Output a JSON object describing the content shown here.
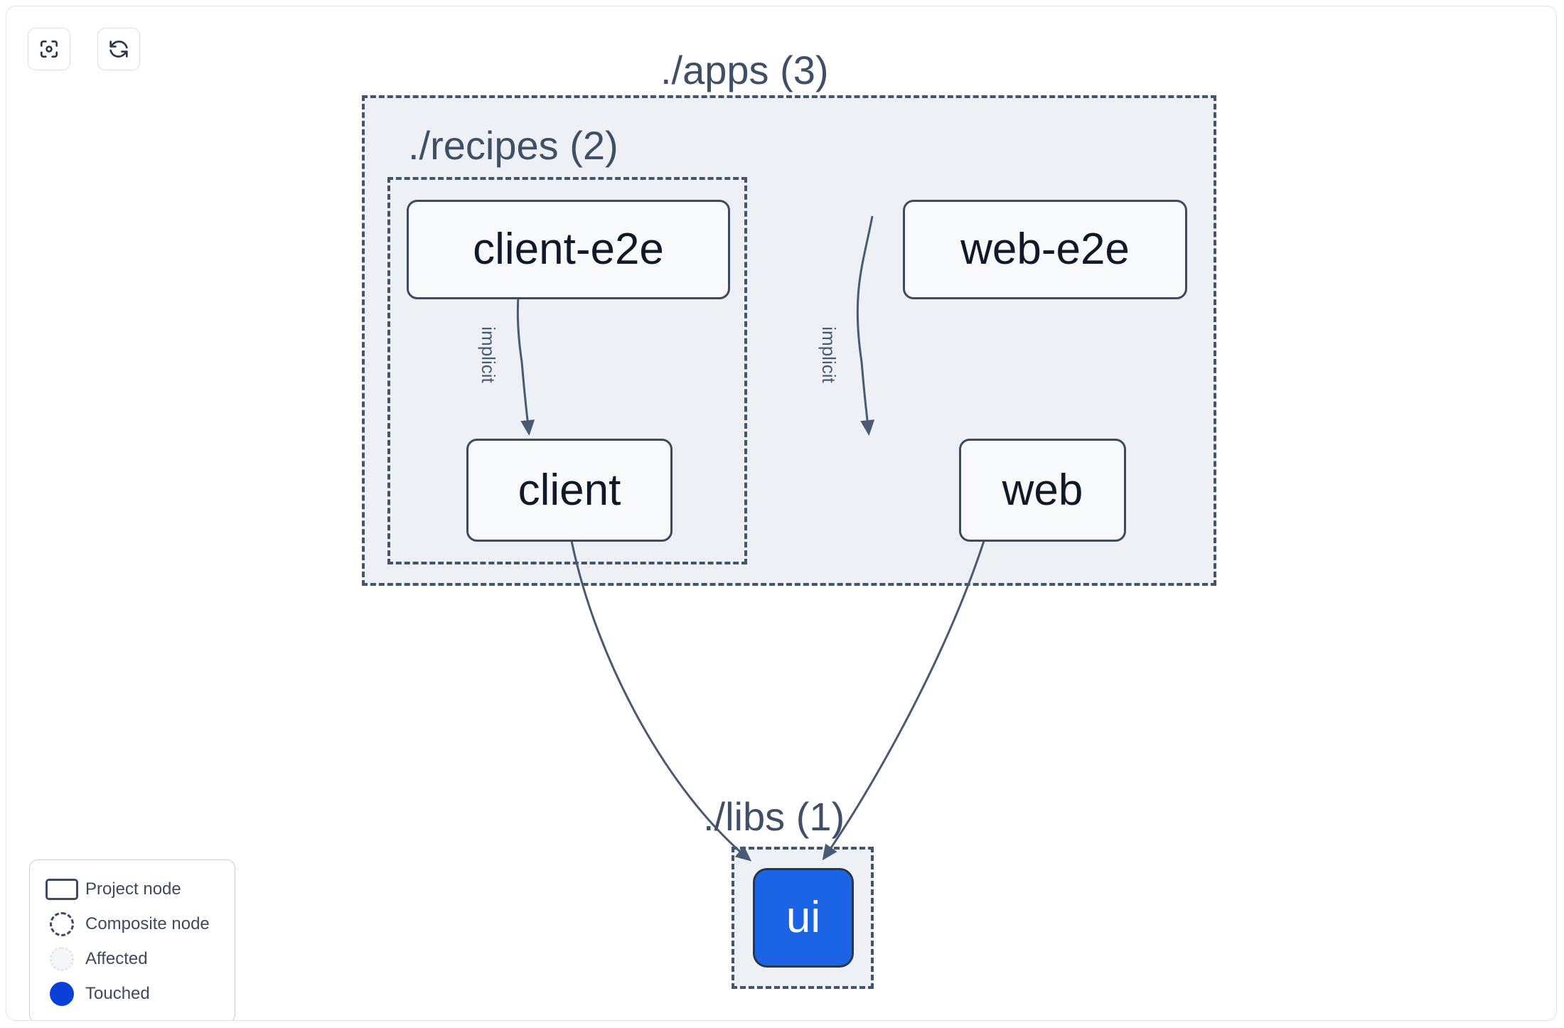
{
  "toolbar": {
    "buttons": [
      {
        "name": "focus-graph-button",
        "icon": "focus-target-icon",
        "label": "Focus"
      },
      {
        "name": "refresh-graph-button",
        "icon": "refresh-icon",
        "label": "Refresh"
      }
    ]
  },
  "graph": {
    "type": "project-dependency-graph",
    "composites": [
      {
        "id": "apps",
        "label": "./apps (3)",
        "count": 3
      },
      {
        "id": "recipes",
        "label": "./recipes (2)",
        "count": 2
      },
      {
        "id": "libs",
        "label": "./libs (1)",
        "count": 1
      }
    ],
    "nodes": [
      {
        "id": "client-e2e",
        "label": "client-e2e",
        "parent": "recipes",
        "state": "normal"
      },
      {
        "id": "client",
        "label": "client",
        "parent": "recipes",
        "state": "normal"
      },
      {
        "id": "web-e2e",
        "label": "web-e2e",
        "parent": "apps",
        "state": "normal"
      },
      {
        "id": "web",
        "label": "web",
        "parent": "apps",
        "state": "normal"
      },
      {
        "id": "ui",
        "label": "ui",
        "parent": "libs",
        "state": "touched"
      }
    ],
    "edges": [
      {
        "from": "client-e2e",
        "to": "client",
        "label": "implicit"
      },
      {
        "from": "web-e2e",
        "to": "web",
        "label": "implicit"
      },
      {
        "from": "client",
        "to": "ui",
        "label": ""
      },
      {
        "from": "web",
        "to": "ui",
        "label": ""
      }
    ]
  },
  "legend": {
    "items": [
      {
        "swatch": "project-node-swatch",
        "label": "Project node"
      },
      {
        "swatch": "composite-node-swatch",
        "label": "Composite node"
      },
      {
        "swatch": "affected-swatch",
        "label": "Affected"
      },
      {
        "swatch": "touched-swatch",
        "label": "Touched"
      }
    ]
  },
  "colors": {
    "touched": "#0b3fd9",
    "touched_node": "#1a64e5",
    "composite_fill": "#edf0f5",
    "composite_border": "#44546b",
    "node_border": "#3e4a5e",
    "node_fill": "#f8f9fb",
    "edge": "#4a5a73",
    "frame_border": "#dfe3ea"
  }
}
